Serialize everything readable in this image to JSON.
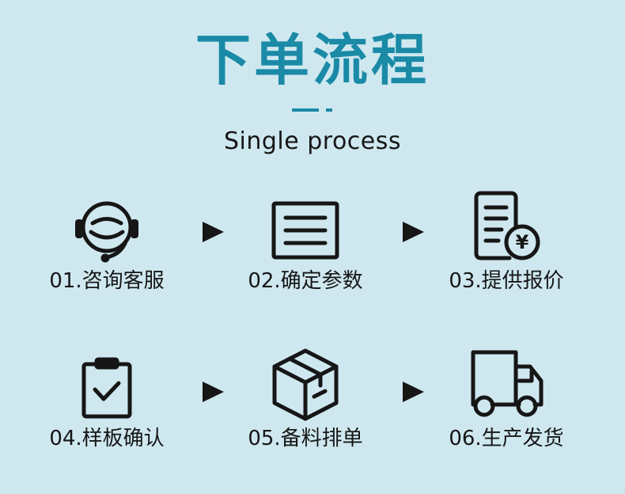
{
  "header": {
    "title": "下单流程",
    "subtitle": "Single process"
  },
  "steps": [
    {
      "label": "01.咨询客服",
      "icon": "headset-icon"
    },
    {
      "label": "02.确定参数",
      "icon": "document-lines-icon"
    },
    {
      "label": "03.提供报价",
      "icon": "quote-yen-icon"
    },
    {
      "label": "04.样板确认",
      "icon": "clipboard-check-icon"
    },
    {
      "label": "05.备料排单",
      "icon": "package-box-icon"
    },
    {
      "label": "06.生产发货",
      "icon": "delivery-truck-icon"
    }
  ],
  "icons": {
    "arrow": "arrow-right-icon",
    "yen_symbol": "¥"
  },
  "colors": {
    "background": "#cfe8f0",
    "title": "#1a8aa6",
    "text": "#161616"
  }
}
